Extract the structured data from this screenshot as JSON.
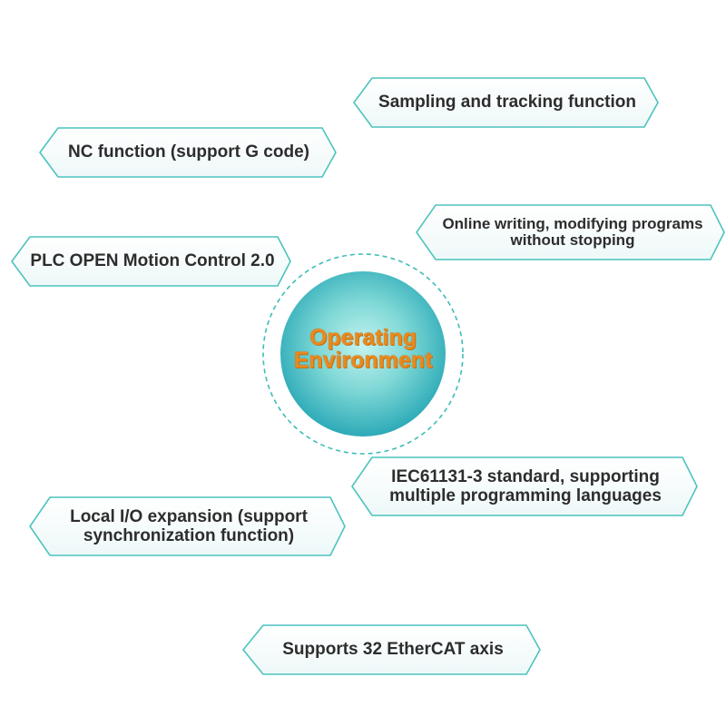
{
  "center": {
    "line1": "Operating",
    "line2": "Environment",
    "text_color": "#e88a1f"
  },
  "features": [
    {
      "id": "sampling",
      "lines": [
        "Sampling and tracking function"
      ]
    },
    {
      "id": "nc",
      "lines": [
        "NC function (support G code)"
      ]
    },
    {
      "id": "online",
      "lines": [
        "Online writing, modifying programs",
        "without stopping"
      ]
    },
    {
      "id": "plcopen",
      "lines": [
        "PLC OPEN Motion Control 2.0"
      ]
    },
    {
      "id": "iec",
      "lines": [
        "IEC61131-3 standard, supporting",
        "multiple programming languages"
      ]
    },
    {
      "id": "localio",
      "lines": [
        "Local I/O expansion (support",
        "synchronization function)"
      ]
    },
    {
      "id": "ethercat",
      "lines": [
        "Supports 32 EtherCAT axis"
      ]
    }
  ],
  "colors": {
    "tag_border": "#4cc3bd",
    "tag_fill": "#f7fbfb",
    "circle_ring": "#3dbdb6",
    "circle_gradient_center": "#bff2f0",
    "circle_gradient_edge": "#22a7b5",
    "text": "#2d2d2d"
  }
}
